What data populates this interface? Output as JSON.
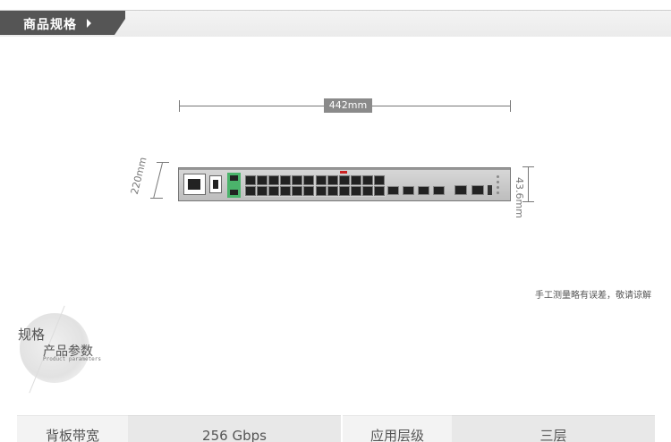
{
  "header": {
    "title": "商品规格"
  },
  "dimensions": {
    "width": "442mm",
    "depth": "220mm",
    "height": "43.6mm"
  },
  "note": "手工测量略有误差，敬请谅解",
  "spec_section": {
    "title": "规格",
    "subtitle_cn": "产品参数",
    "subtitle_en": "Product parameters"
  },
  "spec_table": {
    "row1": [
      {
        "label": "背板带宽",
        "value": "256 Gbps"
      },
      {
        "label": "应用层级",
        "value": "三层"
      }
    ]
  },
  "colors": {
    "header_tab": "#555555",
    "console_green": "#4bb36b",
    "dim_label_bg": "#8a8a8a"
  }
}
